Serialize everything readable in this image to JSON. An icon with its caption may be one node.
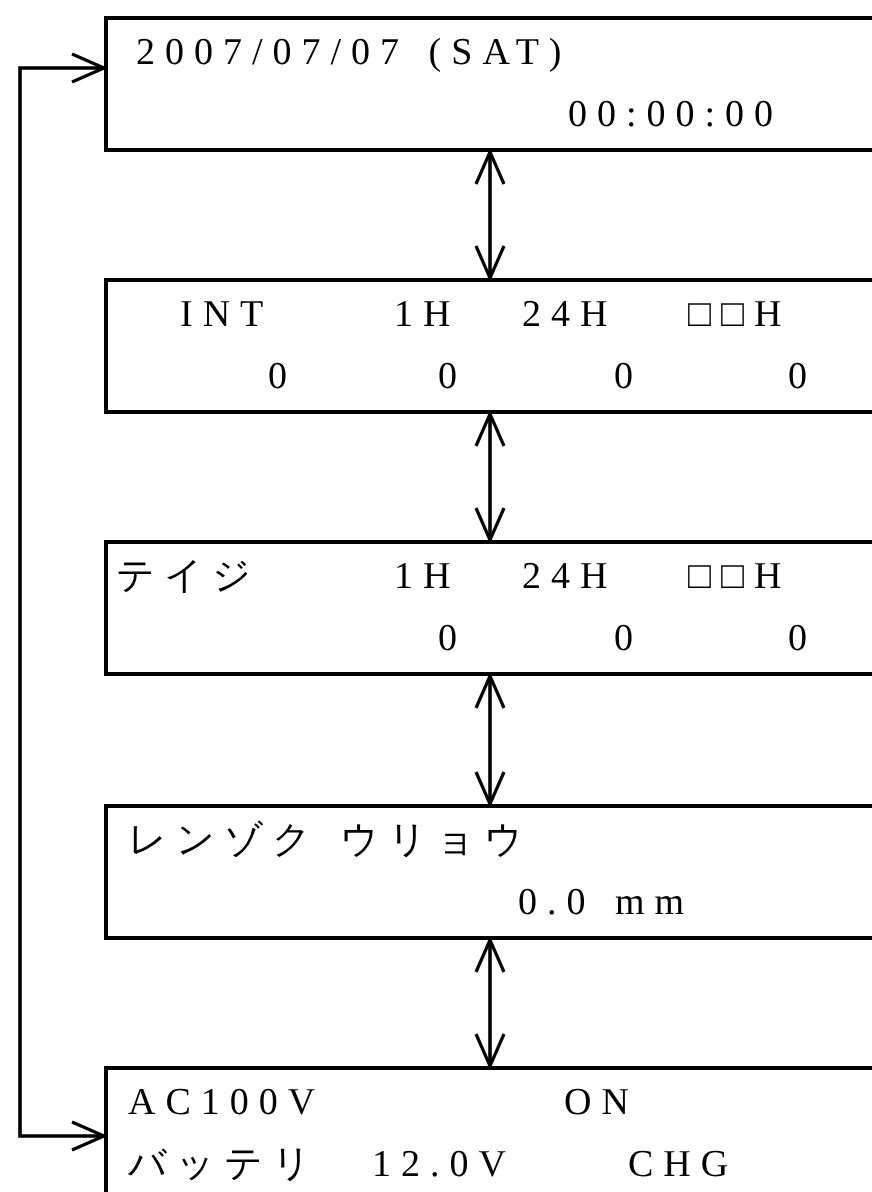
{
  "diagram": {
    "nodes": [
      {
        "text": [
          "2007/07/07 (SAT)",
          "00:00:00"
        ]
      },
      {
        "text": [
          "INT",
          "1H",
          "24H",
          "□□H",
          "0",
          "0",
          "0",
          "0"
        ]
      },
      {
        "text": [
          "テイジ",
          "1H",
          "24H",
          "□□H",
          "0",
          "0",
          "0"
        ]
      },
      {
        "text": [
          "レンゾク ウリョウ",
          "0.0 mm"
        ]
      },
      {
        "text": [
          "AC100V",
          "ON",
          "バッテリ",
          "12.0V",
          "CHG"
        ]
      }
    ],
    "edges": [
      {
        "from": 0,
        "to": 1,
        "arrow": "both"
      },
      {
        "from": 1,
        "to": 2,
        "arrow": "both"
      },
      {
        "from": 2,
        "to": 3,
        "arrow": "both"
      },
      {
        "from": 3,
        "to": 4,
        "arrow": "both"
      },
      {
        "from": 4,
        "to": 0,
        "arrow": "both"
      }
    ]
  }
}
